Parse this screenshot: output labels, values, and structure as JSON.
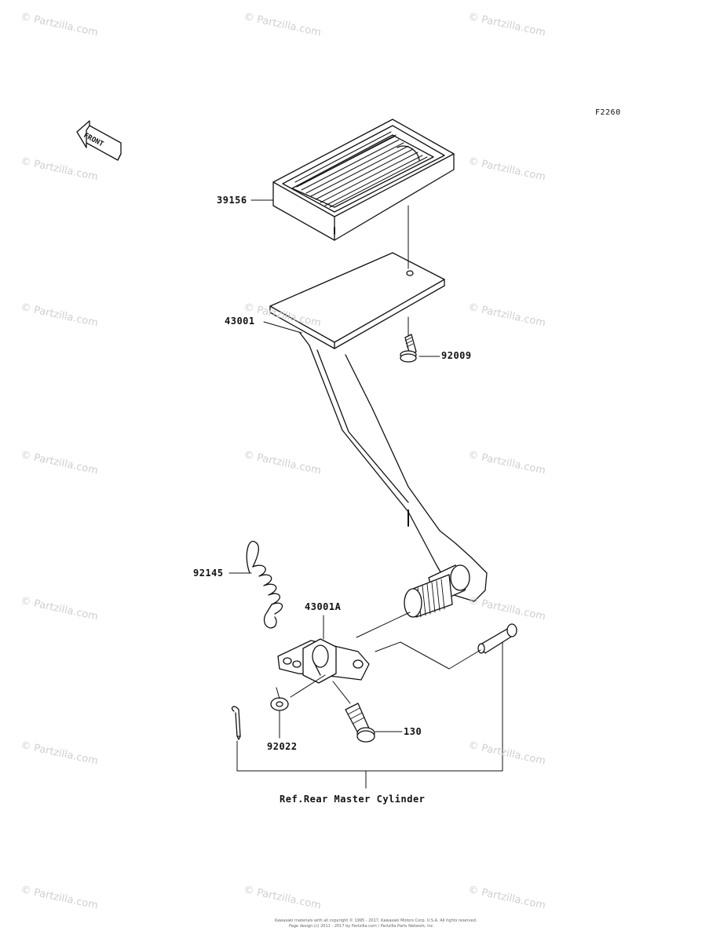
{
  "figure_code": "F2260",
  "front_label": "FRONT",
  "watermark": "© Partzilla.com",
  "parts": {
    "pedal_pad": "39156",
    "pedal": "43001",
    "bolt_pad": "92009",
    "spring": "92145",
    "pivot_arm": "43001A",
    "washer": "92022",
    "bolt_arm": "130"
  },
  "reference": "Ref.Rear Master Cylinder",
  "copyright_line1": "Kawasaki materials with all copyright © 1995 - 2017, Kawasaki Motors Corp. U.S.A. All rights reserved.",
  "copyright_line2": "Page design (c) 2011 - 2017 by Partzilla.com / Partzilla Parts Network, Inc."
}
